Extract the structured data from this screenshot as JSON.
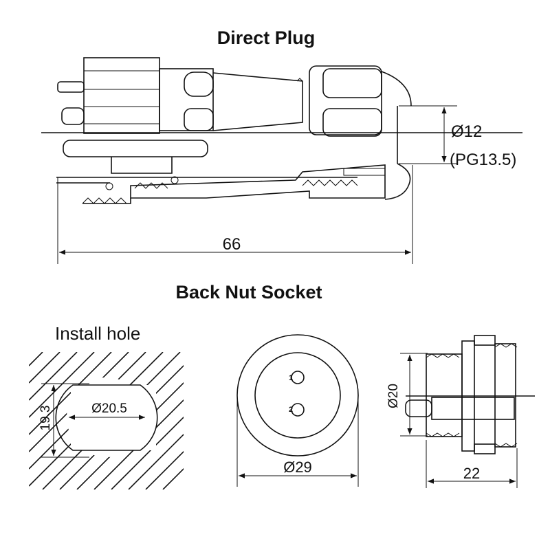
{
  "titles": {
    "direct_plug": "Direct Plug",
    "back_nut_socket": "Back Nut Socket"
  },
  "dimensions": {
    "plug_length": "66",
    "cable_diameter": "Ø12",
    "thread_spec": "(PG13.5)",
    "hole_diameter": "Ø20.5",
    "hole_flat": "19.3",
    "socket_face_diameter": "Ø29",
    "socket_thread_diameter": "Ø20",
    "socket_length": "22"
  },
  "labels": {
    "install_hole": "Install hole",
    "pin_1": "1",
    "pin_2": "2"
  }
}
